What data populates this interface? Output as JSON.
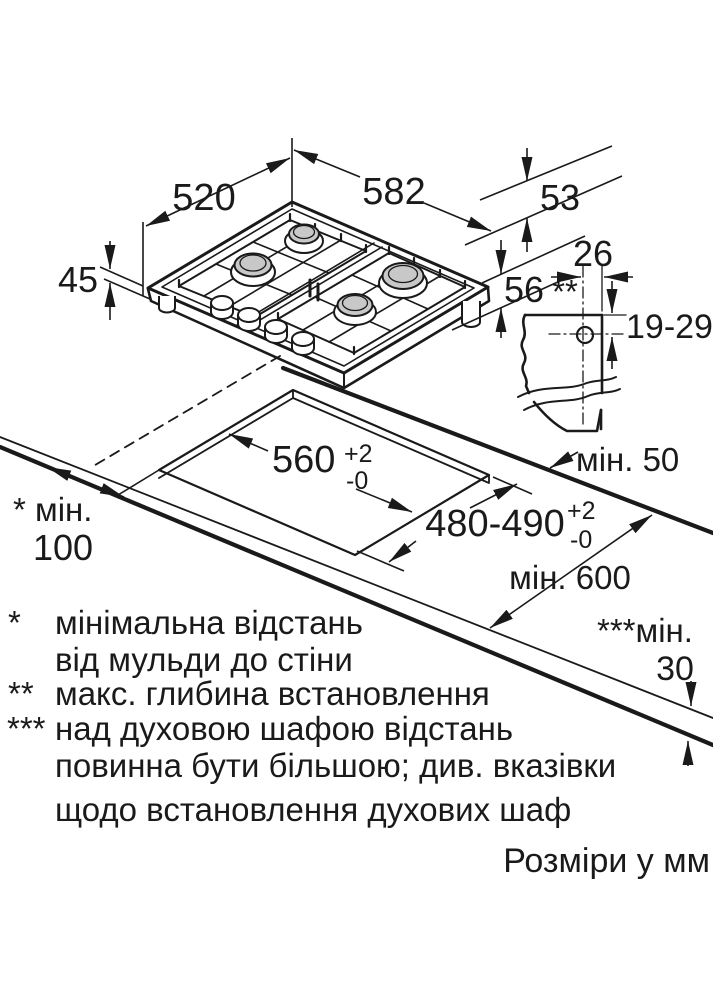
{
  "units": "Розміри у мм",
  "dims": {
    "hob_width": "582",
    "hob_depth": "520",
    "hob_height": "45",
    "grid_gap": "53",
    "body_gap": "56"
  },
  "detail": {
    "hole_offset": "26",
    "note_marker": "**",
    "hole_range": "19-29"
  },
  "cutout": {
    "width": "560",
    "width_tol_plus": "+2",
    "width_tol_minus": "-0",
    "depth": "480-490",
    "depth_tol_plus": "+2",
    "depth_tol_minus": "-0"
  },
  "clearances": {
    "rear": "мін. 50",
    "side_label": "* мін.",
    "side_value": "100",
    "counter_depth": "мін. 600",
    "oven_label": "***мін.",
    "oven_value": "30"
  },
  "footnotes": [
    {
      "marker": "*",
      "line1": "мінімальна відстань",
      "line2": "від мульди до стіни"
    },
    {
      "marker": "**",
      "line1": "макс. глибина встановлення"
    },
    {
      "marker": "***",
      "line1": "над духовою шафою відстань",
      "line2": "повинна бути більшою; див. вказівки",
      "line3": "щодо встановлення духових шаф"
    }
  ],
  "colors": {
    "line": "#1a1a1a",
    "burner": "#c8c8c8",
    "background": "#ffffff"
  }
}
